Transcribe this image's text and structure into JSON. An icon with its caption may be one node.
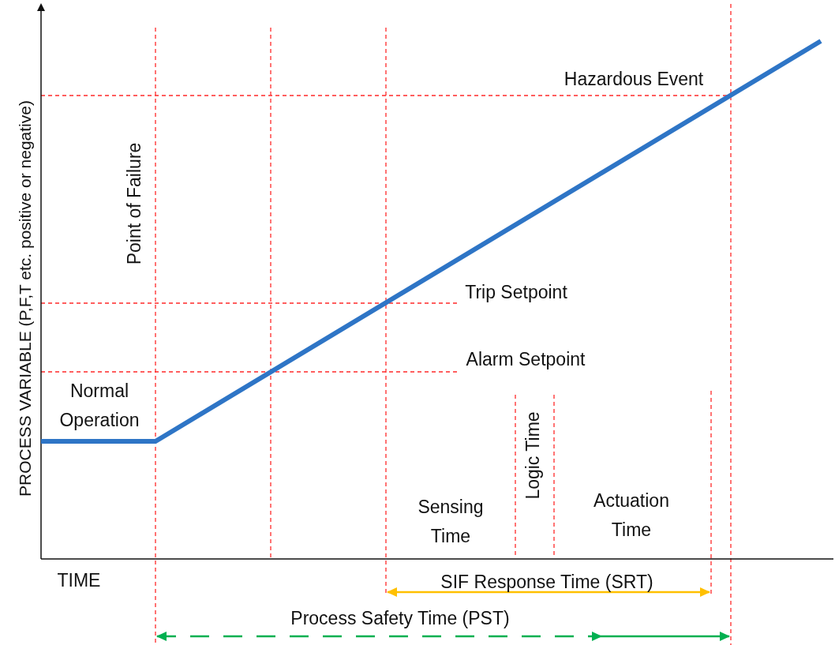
{
  "diagram": {
    "labels": [
      "PROCESS VARIABLE (P,F,T etc. positive or negative)",
      "Hazardous Event",
      "Point of Failure",
      "Trip Setpoint",
      "Alarm Setpoint",
      "Normal Operation",
      "Logic Time",
      "Sensing Time",
      "Actuation Time",
      "TIME",
      "SIF Response Time (SRT)",
      "Process Safety Time (PST)"
    ]
  }
}
